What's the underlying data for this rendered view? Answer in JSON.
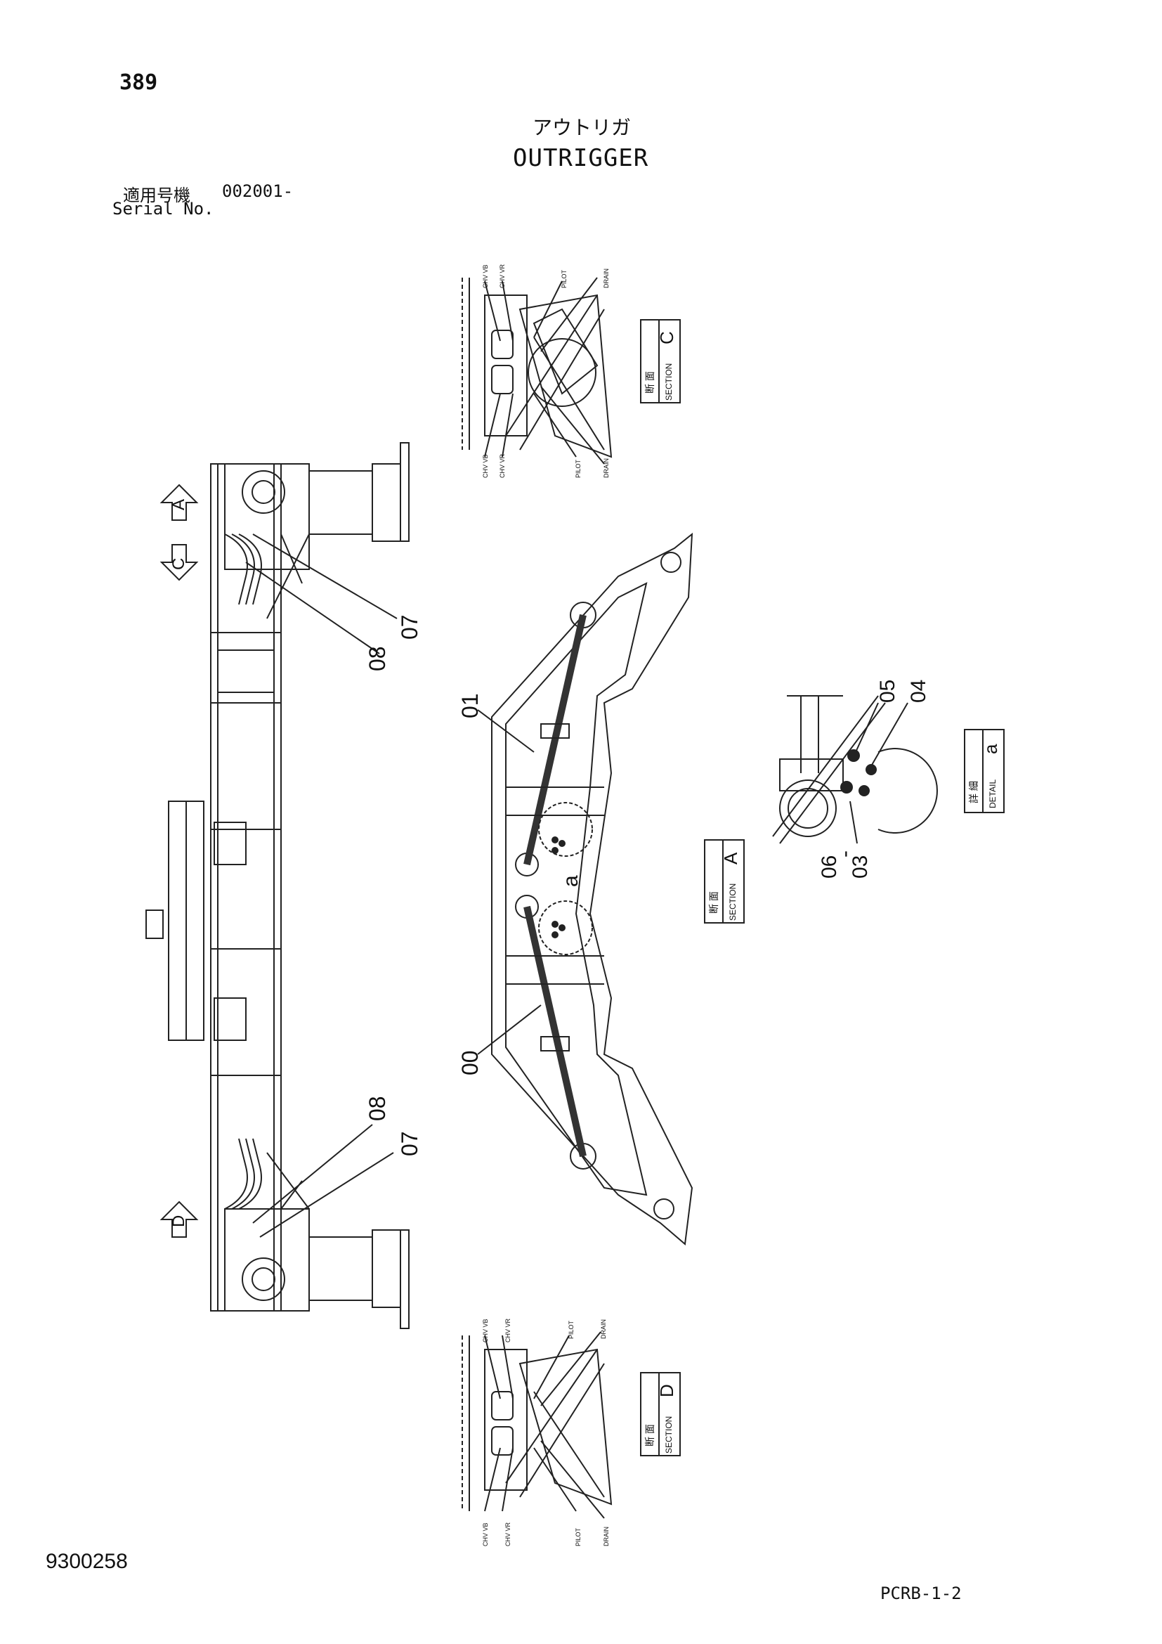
{
  "page_number": "389",
  "title_jp": "アウトリガ",
  "title_en": "OUTRIGGER",
  "serial": {
    "label_jp": "適用号機",
    "label_en": "Serial No.",
    "value": "002001-"
  },
  "drawing_number": "9300258",
  "page_code": "PCRB-1-2",
  "view_arrows": [
    "A",
    "C",
    "D"
  ],
  "part_callouts": {
    "top_07": "07",
    "top_08": "08",
    "bottom_08": "08",
    "bottom_07": "07",
    "p01": "01",
    "p00": "00",
    "detail_a": "a",
    "p05": "05",
    "p04": "04",
    "p06": "06",
    "p03": "03",
    "dash": "-"
  },
  "section_boxes": {
    "section_c": {
      "jp": "断 面",
      "en": "SECTION",
      "letter": "C"
    },
    "section_a": {
      "jp": "断 面",
      "en": "SECTION",
      "letter": "A"
    },
    "section_d": {
      "jp": "断 面",
      "en": "SECTION",
      "letter": "D"
    },
    "detail_a": {
      "jp": "詳 細",
      "en": "DETAIL",
      "letter": "a"
    }
  },
  "port_labels": {
    "c_top": [
      "CHV VB",
      "CHV VR",
      "PILOT",
      "DRAIN"
    ],
    "c_bottom": [
      "CHV VB",
      "CHV VR",
      "PILOT",
      "DRAIN"
    ],
    "d_top": [
      "CHV VB",
      "CHV VR",
      "PILOT",
      "DRAIN"
    ],
    "d_bottom": [
      "CHV VB",
      "CHV VR",
      "PILOT",
      "DRAIN"
    ]
  }
}
